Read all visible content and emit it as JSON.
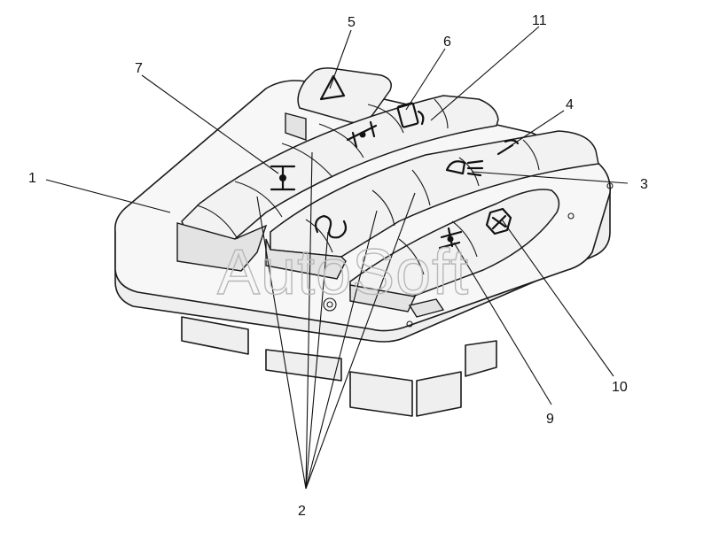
{
  "watermark": "AutoSoft",
  "callouts": {
    "c1": "1",
    "c2": "2",
    "c3": "3",
    "c4": "4",
    "c5": "5",
    "c6": "6",
    "c7": "7",
    "c9": "9",
    "c10": "10",
    "c11": "11"
  },
  "icons": {
    "hazard": "hazard-warning-triangle-icon",
    "diff_lock_center": "differential-lock-icon",
    "diff_lock_axle": "axle-differential-lock-icon",
    "heater": "seat-heater-icon",
    "fog_light": "rear-fog-light-icon",
    "horn": "horn-icon",
    "tow": "tow-coupling-icon",
    "diff_front": "front-axle-lock-icon",
    "diff_rear": "interaxle-lock-icon",
    "snowflake": "snow-mode-icon"
  }
}
